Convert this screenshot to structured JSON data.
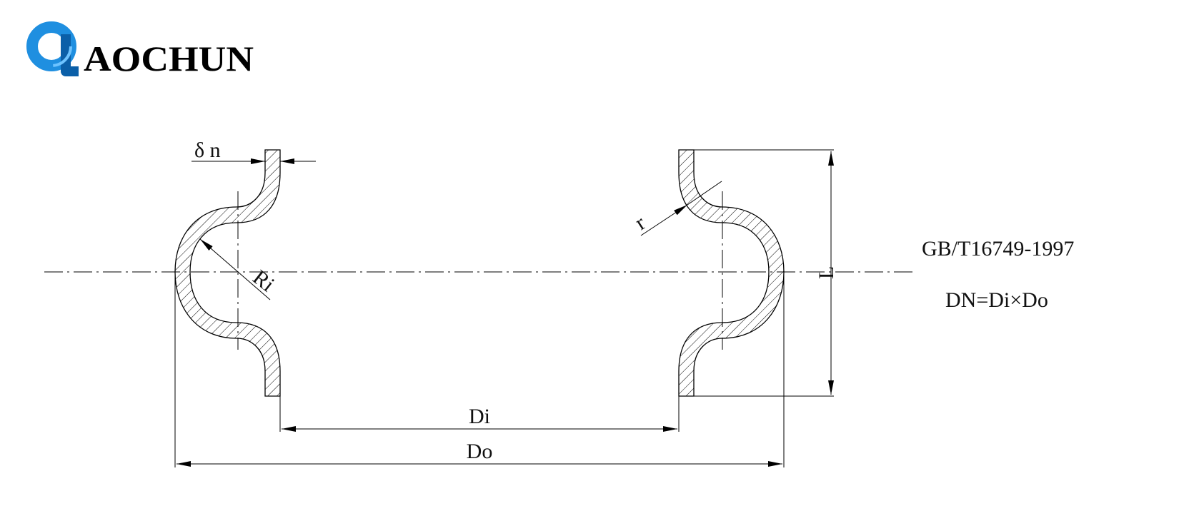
{
  "brand": {
    "logo_text": "AOCHUN",
    "logo_color": "#1f8fe0",
    "logo_dark_color": "#0b5fa8"
  },
  "standard": "GB/T16749-1997",
  "formula": "DN=Di×Do",
  "dimensions": {
    "thickness": "δ n",
    "inner_radius": "Ri",
    "bend_radius": "r",
    "length": "L",
    "inner_diameter": "Di",
    "outer_diameter": "Do"
  }
}
